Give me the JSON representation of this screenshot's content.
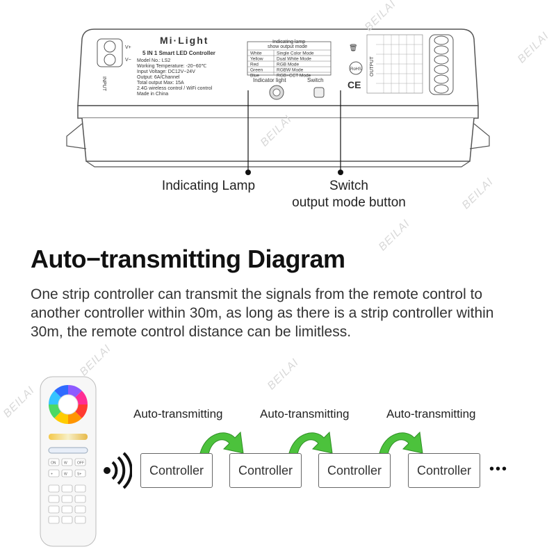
{
  "device": {
    "brand": "Mi·Light",
    "model_title": "5 IN 1 Smart LED Controller",
    "specs": [
      "Model No.: LS2",
      "Working Temperature: -20~60℃",
      "Input Voltage: DC12V~24V",
      "Output: 6A/Channel",
      "Total output Max: 15A",
      "2.4G wireless control / WiFi control",
      "Made in China"
    ],
    "input_label": "INPUT",
    "v_plus": "V+",
    "v_minus": "V−",
    "table_title_1": "Indicating lamp",
    "table_title_2": "show output mode",
    "modes": [
      {
        "color": "White",
        "mode": "Single Color Mode"
      },
      {
        "color": "Yellow",
        "mode": "Dual White Mode"
      },
      {
        "color": "Red",
        "mode": "RGB Mode"
      },
      {
        "color": "Green",
        "mode": "RGBW Mode"
      },
      {
        "color": "Blue",
        "mode": "RGB+CCT Mode"
      }
    ],
    "indicator_label": "Indicator light",
    "switch_label": "Switch",
    "output_label": "OUTPUT",
    "rohs": "RoHS",
    "ce": "CE"
  },
  "captions": {
    "indicating_lamp": "Indicating Lamp",
    "switch_line1": "Switch",
    "switch_line2": "output mode button"
  },
  "headline": "Auto−transmitting Diagram",
  "description": "One strip controller can transmit the signals from the remote control to another controller within 30m, as long as there is a strip controller within 30m, the remote control distance can be limitless.",
  "diagram": {
    "auto_labels": [
      "Auto-transmitting",
      "Auto-transmitting",
      "Auto-transmitting"
    ],
    "controllers": [
      "Controller",
      "Controller",
      "Controller",
      "Controller"
    ],
    "ellipsis": "•••"
  },
  "remote": {
    "buttons_row1": [
      "ON",
      "W",
      "OFF"
    ],
    "buttons_row2": [
      "+",
      "W",
      "S+"
    ]
  },
  "watermark": "BEILAI",
  "colors": {
    "arrow_green": "#4cc23c",
    "device_outline": "#555555"
  }
}
